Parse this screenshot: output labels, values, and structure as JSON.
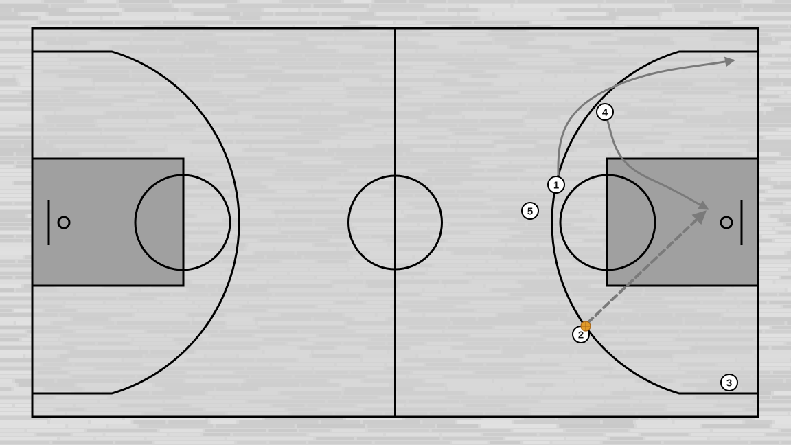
{
  "players": [
    {
      "id": "player-1",
      "label": "1"
    },
    {
      "id": "player-2",
      "label": "2"
    },
    {
      "id": "player-3",
      "label": "3"
    },
    {
      "id": "player-4",
      "label": "4"
    },
    {
      "id": "player-5",
      "label": "5"
    }
  ],
  "colors": {
    "floor": "#d4d4d4",
    "floor_stripe_light": "#e6e6e6",
    "floor_stripe_dark": "#c4c4c4",
    "paint": "#a3a3a3",
    "lines": "#000000",
    "player_fill": "#ffffff",
    "path": "#7a7a7a",
    "ball": "#e09a2a"
  }
}
